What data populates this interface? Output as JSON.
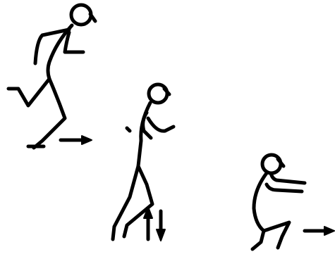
{
  "figures": [
    {
      "pose": "running",
      "motion": "right-arrow"
    },
    {
      "pose": "standing-jump",
      "motion": "up-down-arrows"
    },
    {
      "pose": "squat",
      "motion": "right-arrow"
    }
  ],
  "colors": {
    "ink": "#000000",
    "background": "#ffffff"
  }
}
